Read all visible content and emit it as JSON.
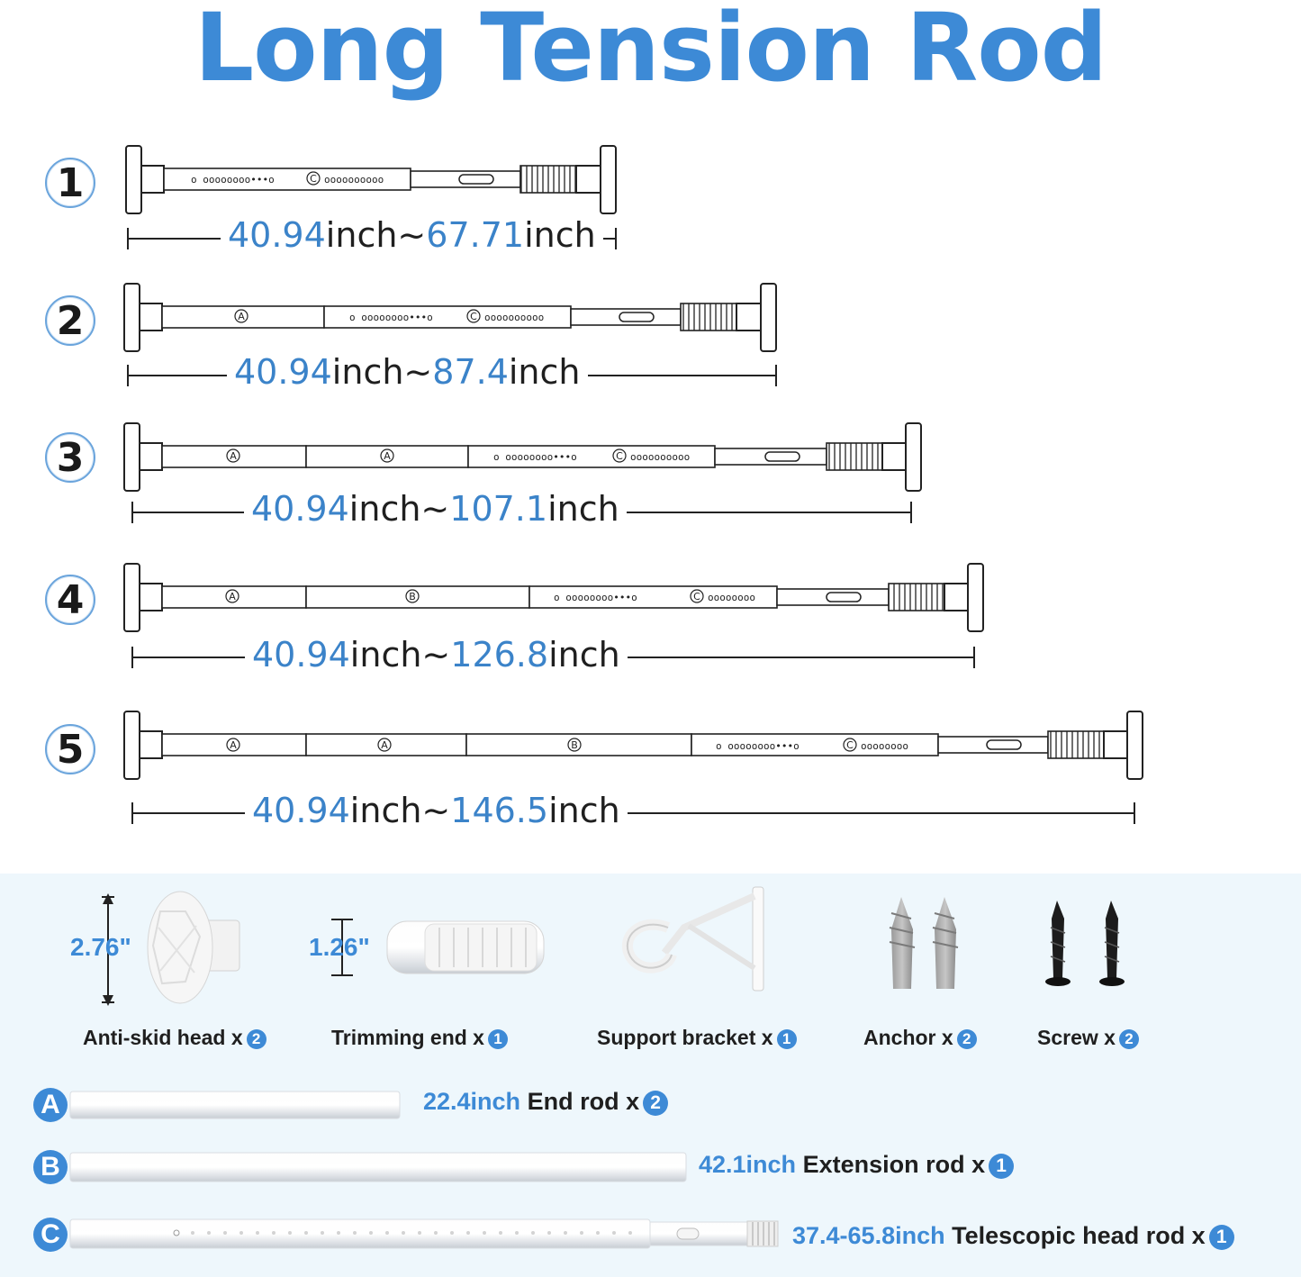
{
  "title": "Long Tension Rod",
  "configurations": [
    {
      "number": "1",
      "min": "40.94",
      "max": "67.71",
      "unit": "inch",
      "segments": [
        "C"
      ]
    },
    {
      "number": "2",
      "min": "40.94",
      "max": "87.4",
      "unit": "inch",
      "segments": [
        "A",
        "C"
      ]
    },
    {
      "number": "3",
      "min": "40.94",
      "max": "107.1",
      "unit": "inch",
      "segments": [
        "A",
        "A",
        "C"
      ]
    },
    {
      "number": "4",
      "min": "40.94",
      "max": "126.8",
      "unit": "inch",
      "segments": [
        "A",
        "B",
        "C"
      ]
    },
    {
      "number": "5",
      "min": "40.94",
      "max": "146.5",
      "unit": "inch",
      "segments": [
        "A",
        "A",
        "B",
        "C"
      ]
    }
  ],
  "range_separator": "~",
  "parts": [
    {
      "name": "Anti-skid head x",
      "qty": "2",
      "dimension": "2.76\""
    },
    {
      "name": "Trimming end x",
      "qty": "1",
      "dimension": "1.26\""
    },
    {
      "name": "Support bracket x",
      "qty": "1"
    },
    {
      "name": "Anchor x",
      "qty": "2"
    },
    {
      "name": "Screw x",
      "qty": "2"
    }
  ],
  "rods": [
    {
      "letter": "A",
      "length": "22.4inch",
      "name": "End rod x",
      "qty": "2"
    },
    {
      "letter": "B",
      "length": "42.1inch",
      "name": "Extension rod x",
      "qty": "1"
    },
    {
      "letter": "C",
      "length": "37.4-65.8inch",
      "name": "Telescopic head rod x",
      "qty": "1"
    }
  ],
  "colors": {
    "accent": "#3d8ad6",
    "panel": "#eef7fc",
    "text": "#1f1f1f"
  },
  "icons": [
    "anti-skid-head-icon",
    "trimming-end-icon",
    "support-bracket-icon",
    "anchor-icon",
    "screw-icon"
  ]
}
